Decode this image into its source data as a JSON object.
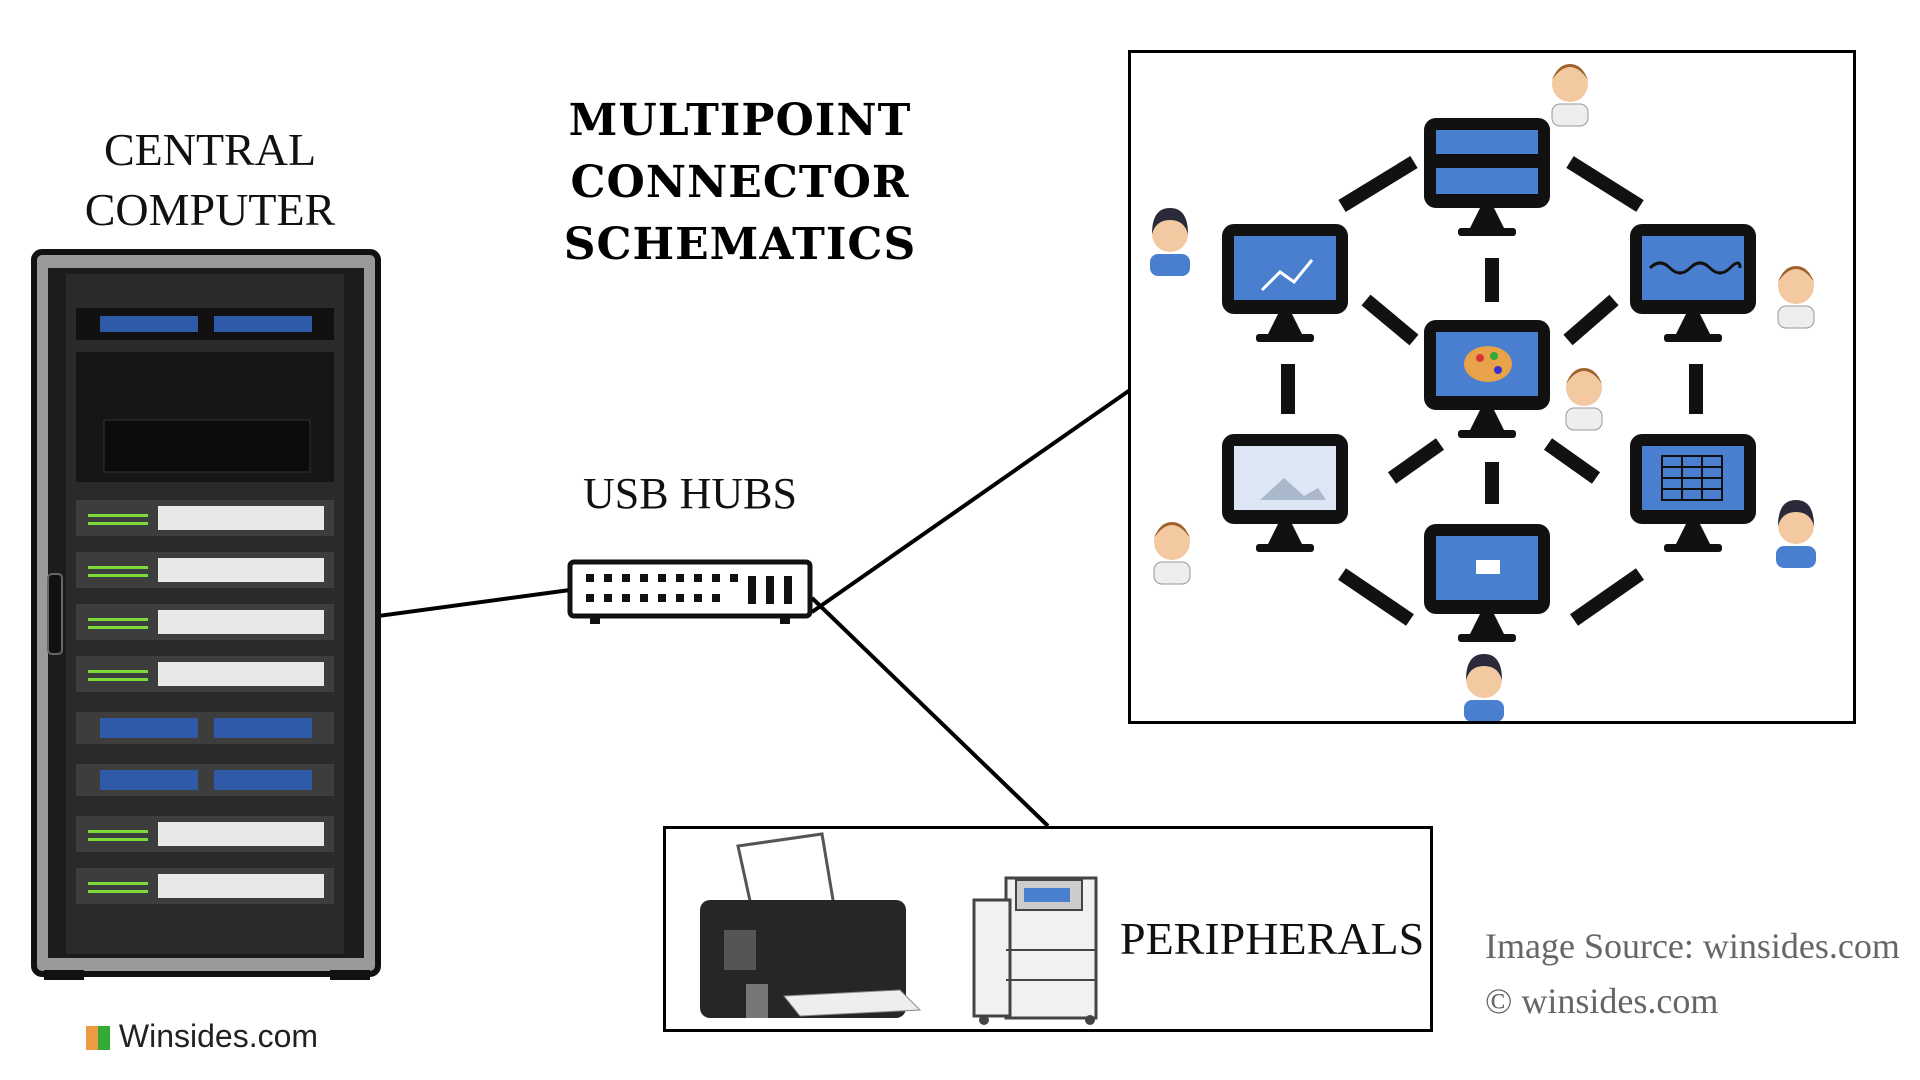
{
  "title": {
    "line1": "MULTIPOINT CONNECTOR",
    "line2": "SCHEMATICS"
  },
  "central": {
    "line1": "CENTRAL",
    "line2": "COMPUTER"
  },
  "usb_label": "USB HUBS",
  "peripherals_label": "PERIPHERALS",
  "source_text": "Image Source: winsides.com",
  "copyright_text": "winsides.com",
  "brand_text": "Winsides.com",
  "colors": {
    "screen": "#4a7fd0",
    "frame": "#111111",
    "rack": "#1c1c1c",
    "line": "#000000"
  },
  "nodes": [
    {
      "id": "top",
      "screen": "code-bar-icon"
    },
    {
      "id": "upper-left",
      "screen": "line-chart-icon"
    },
    {
      "id": "upper-right",
      "screen": "dna-icon"
    },
    {
      "id": "center",
      "screen": "palette-icon"
    },
    {
      "id": "lower-left",
      "screen": "image-window-icon"
    },
    {
      "id": "lower-right",
      "screen": "table-icon"
    },
    {
      "id": "bottom",
      "screen": "html-code-icon"
    }
  ],
  "users": [
    "male-user-icon",
    "female-user-icon",
    "male-user-icon",
    "male-user-icon",
    "male-user-icon",
    "female-user-icon",
    "female-user-icon"
  ]
}
